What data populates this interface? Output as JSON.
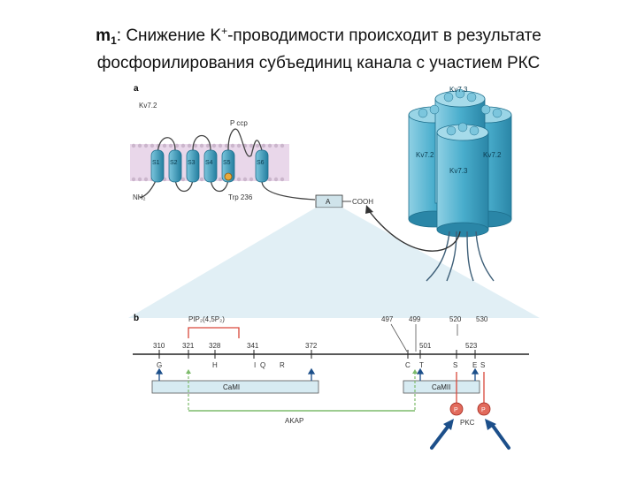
{
  "title": {
    "prefix": "m",
    "prefix_sub": "1",
    "line1_a": ": Снижение K",
    "line1_sup": "+",
    "line1_b": "-проводимости происходит в результате",
    "line2": "фосфорилирования субъединиц канала с участием РКС"
  },
  "panel_a": {
    "label": "a",
    "subunit": "Kv7.2",
    "pccp": "P ccp",
    "segments": [
      "S1",
      "S2",
      "S3",
      "S4",
      "S5",
      "S6"
    ],
    "nh2": "NH₂",
    "trp": "Trp 236",
    "box_label": "A",
    "cooh": "COOH",
    "tetramer": {
      "top": "Kv7.3",
      "left": "Kv7.2",
      "right": "Kv7.2",
      "center": "Kv7.3"
    }
  },
  "panel_b": {
    "label": "b",
    "pip": "PIP₂(4,5P₂)",
    "top_numbers": [
      "310",
      "321",
      "328",
      "341",
      "372",
      "497",
      "499",
      "501",
      "520",
      "530",
      "523"
    ],
    "residues": [
      "G",
      "H",
      "I",
      "Q",
      "R",
      "C",
      "T",
      "S",
      "E",
      "S"
    ],
    "cam1": "CaMI",
    "cam2": "CaMII",
    "akap": "AKAP",
    "p1": "P",
    "p2": "P",
    "pkc": "PKC"
  },
  "colors": {
    "membrane": "#e6d2e8",
    "helix": "#3a9fbf",
    "helix_dark": "#1f7597",
    "cylinder": "#5bb8d4",
    "cylinder_light": "#a9dcec",
    "fan": "#dbeef6",
    "green": "#7dbb6b",
    "red": "#d9473a",
    "blue_arrow": "#1c4f8a",
    "box": "#d7ebf2"
  }
}
